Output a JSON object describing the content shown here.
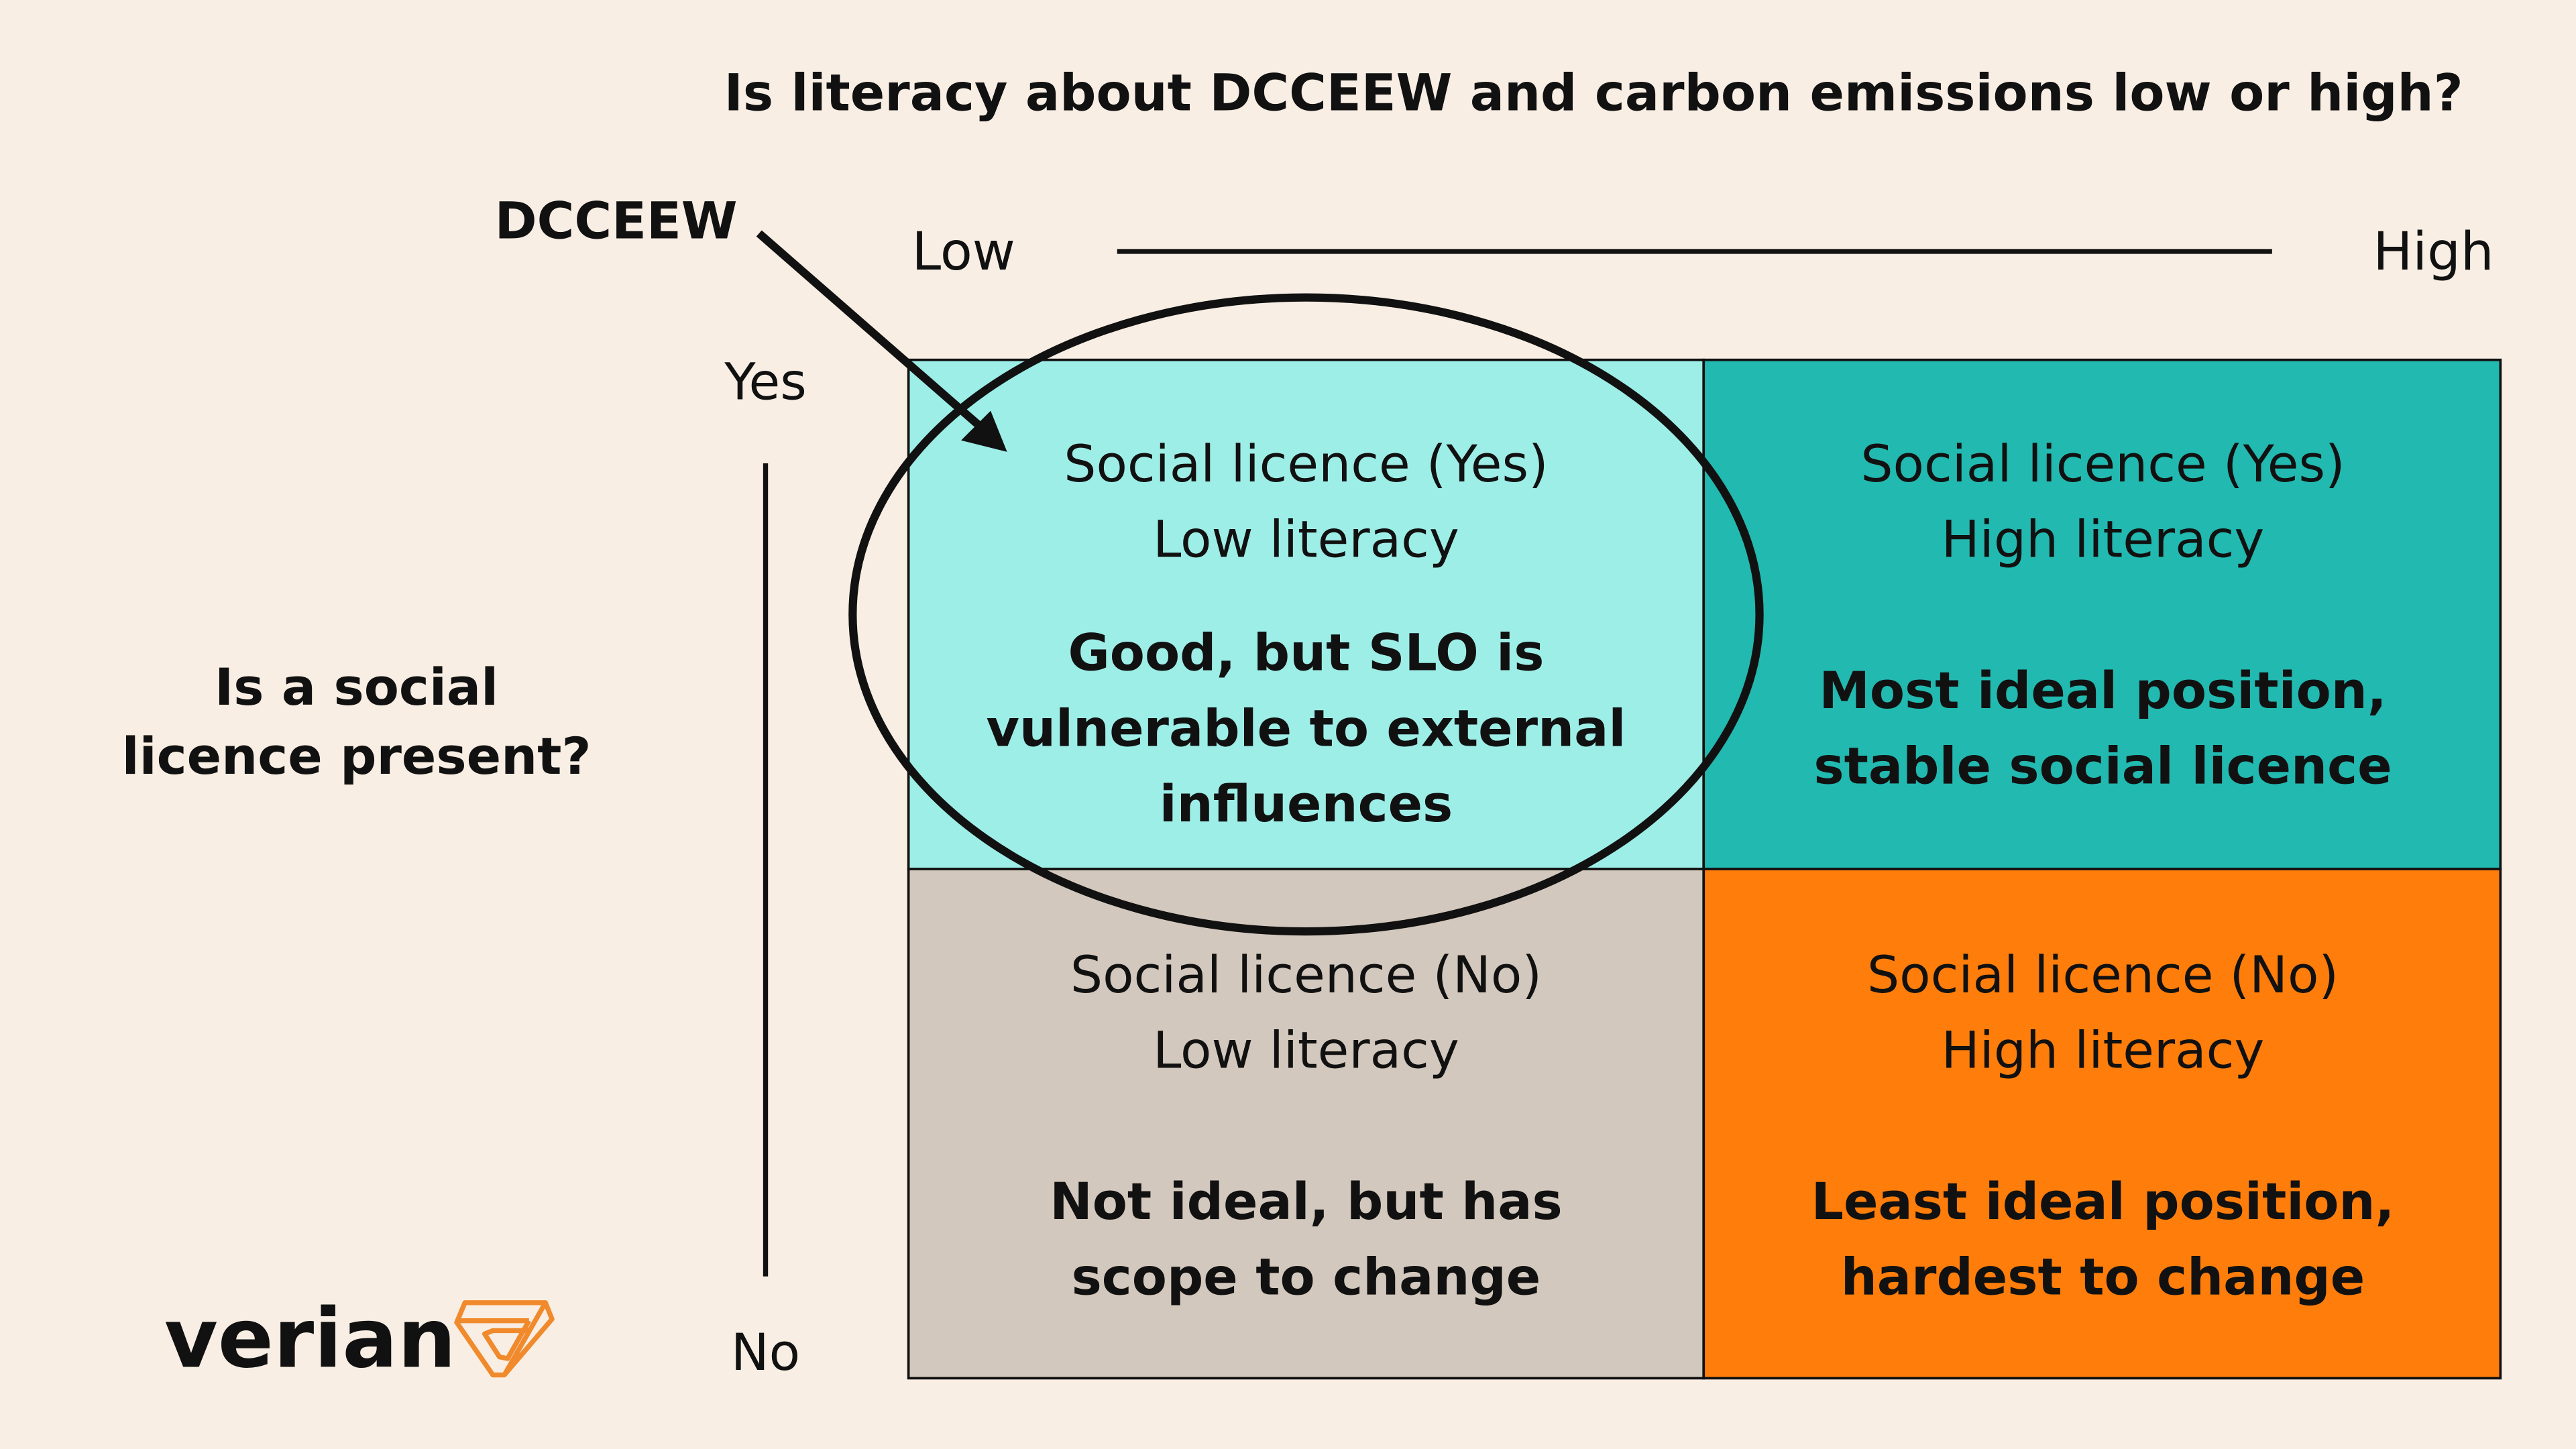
{
  "title": "Is literacy about DCCEEW and carbon emissions low or high?",
  "x_axis": {
    "low": "Low",
    "high": "High"
  },
  "y_axis": {
    "yes": "Yes",
    "no": "No",
    "question": [
      "Is a social",
      "licence present?"
    ]
  },
  "annotation": {
    "label": "DCCEEW"
  },
  "quadrants": [
    {
      "id": "yes-low",
      "lines": [
        "Social licence (Yes)",
        "Low literacy"
      ],
      "verdict": [
        "Good, but SLO is",
        "vulnerable to external",
        "influences"
      ],
      "color": "#9EEEE8"
    },
    {
      "id": "yes-high",
      "lines": [
        "Social licence (Yes)",
        "High literacy"
      ],
      "verdict": [
        "Most ideal position,",
        "stable social licence"
      ],
      "color": "#22B9B0"
    },
    {
      "id": "no-low",
      "lines": [
        "Social licence (No)",
        "Low literacy"
      ],
      "verdict": [
        "Not ideal, but has",
        "scope to change"
      ],
      "color": "#D3C8BD"
    },
    {
      "id": "no-high",
      "lines": [
        "Social licence (No)",
        "High literacy"
      ],
      "verdict": [
        "Least ideal position,",
        "hardest to change"
      ],
      "color": "#FF7D0A"
    }
  ],
  "logo": {
    "text": "verian",
    "color": "#F08A2C"
  },
  "colors": {
    "background": "#F8EEE4"
  }
}
